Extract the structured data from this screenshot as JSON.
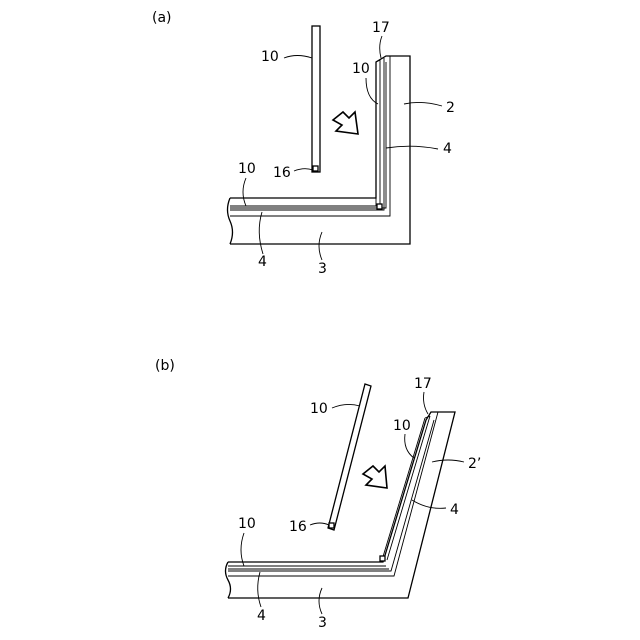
{
  "panels": [
    {
      "id": "a",
      "caption": "(a)",
      "labels": {
        "strip_free": "10",
        "strip_mounted_vertical": "10",
        "strip_mounted_horizontal": "10",
        "end_marker_free": "16",
        "end_marker_top": "17",
        "wall_vertical": "2",
        "groove_vertical": "4",
        "groove_horizontal": "4",
        "wall_horizontal": "3"
      }
    },
    {
      "id": "b",
      "caption": "(b)",
      "labels": {
        "strip_free": "10",
        "strip_mounted_vertical": "10",
        "strip_mounted_horizontal": "10",
        "end_marker_free": "16",
        "end_marker_top": "17",
        "wall_vertical": "2’",
        "groove_vertical": "4",
        "groove_horizontal": "4",
        "wall_horizontal": "3"
      }
    }
  ]
}
